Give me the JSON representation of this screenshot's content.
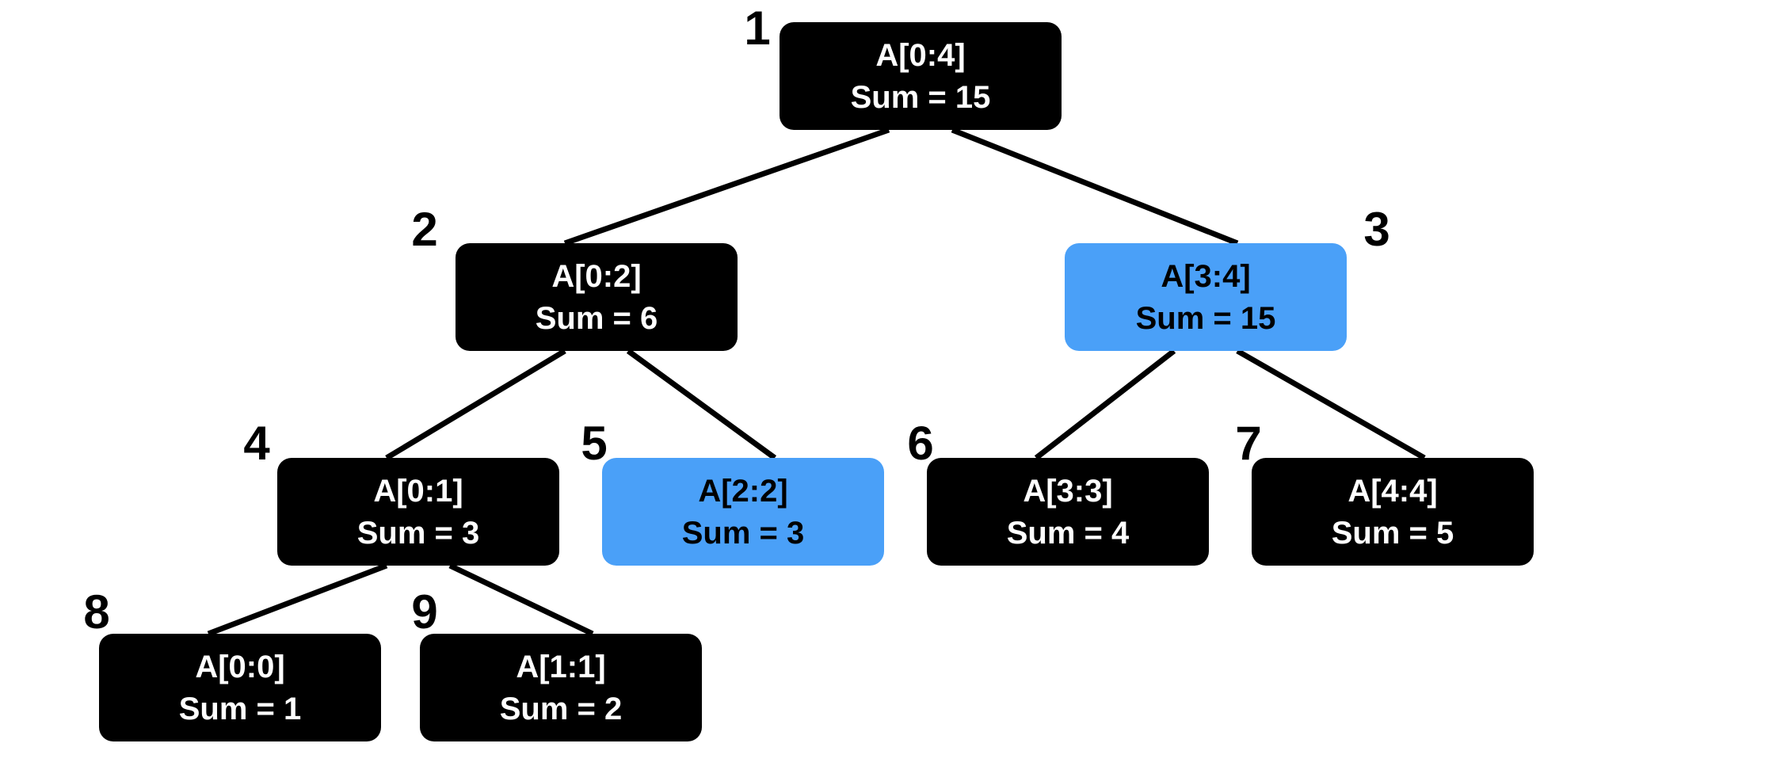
{
  "colors": {
    "node_default": "#000000",
    "node_highlight": "#4aa0f8",
    "text_on_default": "#ffffff",
    "text_on_highlight": "#000000",
    "edge": "#000000"
  },
  "nodes": [
    {
      "index": "1",
      "range": "A[0:4]",
      "sum": "Sum = 15",
      "highlight": false
    },
    {
      "index": "2",
      "range": "A[0:2]",
      "sum": "Sum = 6",
      "highlight": false
    },
    {
      "index": "3",
      "range": "A[3:4]",
      "sum": "Sum = 15",
      "highlight": true
    },
    {
      "index": "4",
      "range": "A[0:1]",
      "sum": "Sum = 3",
      "highlight": false
    },
    {
      "index": "5",
      "range": "A[2:2]",
      "sum": "Sum = 3",
      "highlight": true
    },
    {
      "index": "6",
      "range": "A[3:3]",
      "sum": "Sum = 4",
      "highlight": false
    },
    {
      "index": "7",
      "range": "A[4:4]",
      "sum": "Sum = 5",
      "highlight": false
    },
    {
      "index": "8",
      "range": "A[0:0]",
      "sum": "Sum = 1",
      "highlight": false
    },
    {
      "index": "9",
      "range": "A[1:1]",
      "sum": "Sum = 2",
      "highlight": false
    }
  ],
  "edges": [
    [
      "1",
      "2"
    ],
    [
      "1",
      "3"
    ],
    [
      "2",
      "4"
    ],
    [
      "2",
      "5"
    ],
    [
      "3",
      "6"
    ],
    [
      "3",
      "7"
    ],
    [
      "4",
      "8"
    ],
    [
      "4",
      "9"
    ]
  ]
}
